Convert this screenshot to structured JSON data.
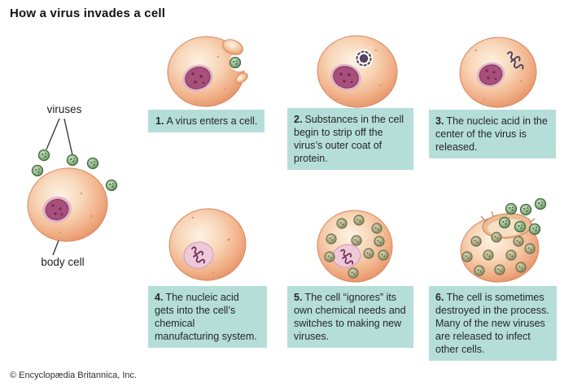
{
  "title": "How a virus invades a cell",
  "labels": {
    "viruses": "viruses",
    "body_cell": "body cell"
  },
  "steps": [
    {
      "num": "1.",
      "text": "A virus enters a cell."
    },
    {
      "num": "2.",
      "text": "Substances in the cell begin to strip off the virus’s outer coat of protein."
    },
    {
      "num": "3.",
      "text": "The nucleic acid in the center of the virus is released."
    },
    {
      "num": "4.",
      "text": "The nucleic acid gets into the cell’s chemical manufacturing system."
    },
    {
      "num": "5.",
      "text": "The cell “ignores” its own chemical needs and switches to making new viruses."
    },
    {
      "num": "6.",
      "text": "The cell is sometimes destroyed in the process. Many of the new viruses are released to infect other cells."
    }
  ],
  "copyright": "© Encyclopædia Britannica, Inc.",
  "colors": {
    "caption_bg": "#b5ded9",
    "cell_fill_light": "#fdf2e4",
    "cell_fill_dark": "#e59266",
    "cell_outline": "#d98760",
    "nucleus": "#a84f7c",
    "nucleus_halo": "#e0b4c7",
    "virus_green": "#63905c",
    "virus_olive": "#7e8159",
    "nucleic_acid": "#4c4663",
    "text": "#262626"
  }
}
